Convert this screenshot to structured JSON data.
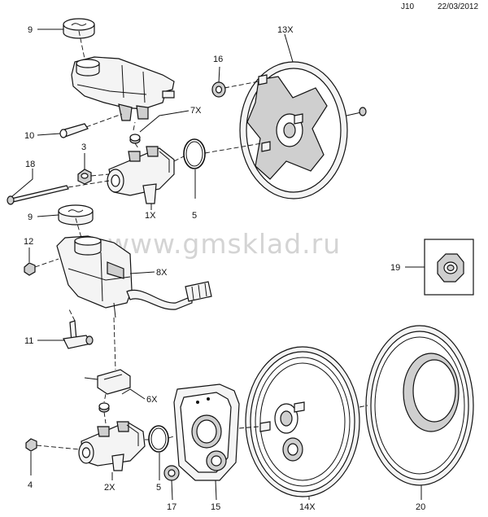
{
  "header": {
    "code": "J10",
    "date": "22/03/2012"
  },
  "watermark": "www.gmsklad.ru",
  "callouts": {
    "c9a": "9",
    "c13x": "13X",
    "c16": "16",
    "c7x": "7X",
    "c10": "10",
    "c3": "3",
    "c18": "18",
    "c1x": "1X",
    "c5a": "5",
    "c9b": "9",
    "c12": "12",
    "c8x": "8X",
    "c19": "19",
    "c11": "11",
    "c6x": "6X",
    "c4": "4",
    "c2x": "2X",
    "c5b": "5",
    "c17": "17",
    "c15": "15",
    "c14x": "14X",
    "c20": "20"
  }
}
